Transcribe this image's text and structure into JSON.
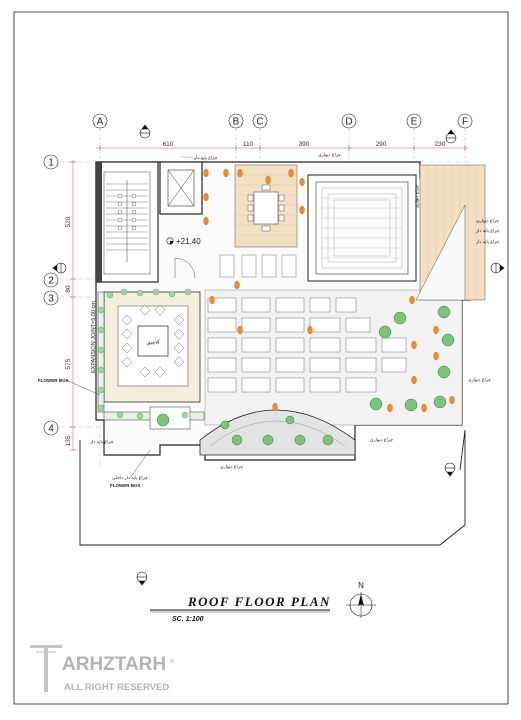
{
  "title": "ROOF FLOOR PLAN",
  "scale": "SC. 1:100",
  "north": "N",
  "grid_columns": [
    "A",
    "B",
    "C",
    "D",
    "E",
    "F"
  ],
  "grid_rows": [
    "1",
    "2",
    "3",
    "4"
  ],
  "dims_top": [
    "610",
    "110",
    "390",
    "290",
    "230"
  ],
  "dims_left": [
    "520",
    "80",
    "575",
    "135"
  ],
  "level": "+21.40",
  "expansion_joint": "EXPANSION JOINT=5.00 cm",
  "flower_box_1": "FLOWER BOX",
  "flower_box_2": "FLOWER BOX",
  "room_label": "آلاچیق",
  "annotations": [
    "چراغ دیواری",
    "چراغ پایه دار",
    "چراغ دیواری",
    "چراغ پایه دار",
    "چراغ پایه دار",
    "چراغ دیواری",
    "چراغ پایه دار",
    "چراغ دیواری",
    "چراغ دیواری",
    "چراغ دیواری",
    "چراغ پایه دار داخلی"
  ],
  "logo_main": "ARHZTARH",
  "logo_sub": "ALL RIGHT RESERVED",
  "logo_mark": "©",
  "colors": {
    "line": "#222222",
    "plant": "#3a9d3a",
    "lamp": "#f0892b",
    "deck": "#f3dfc4",
    "paving": "#d9d9d9"
  }
}
